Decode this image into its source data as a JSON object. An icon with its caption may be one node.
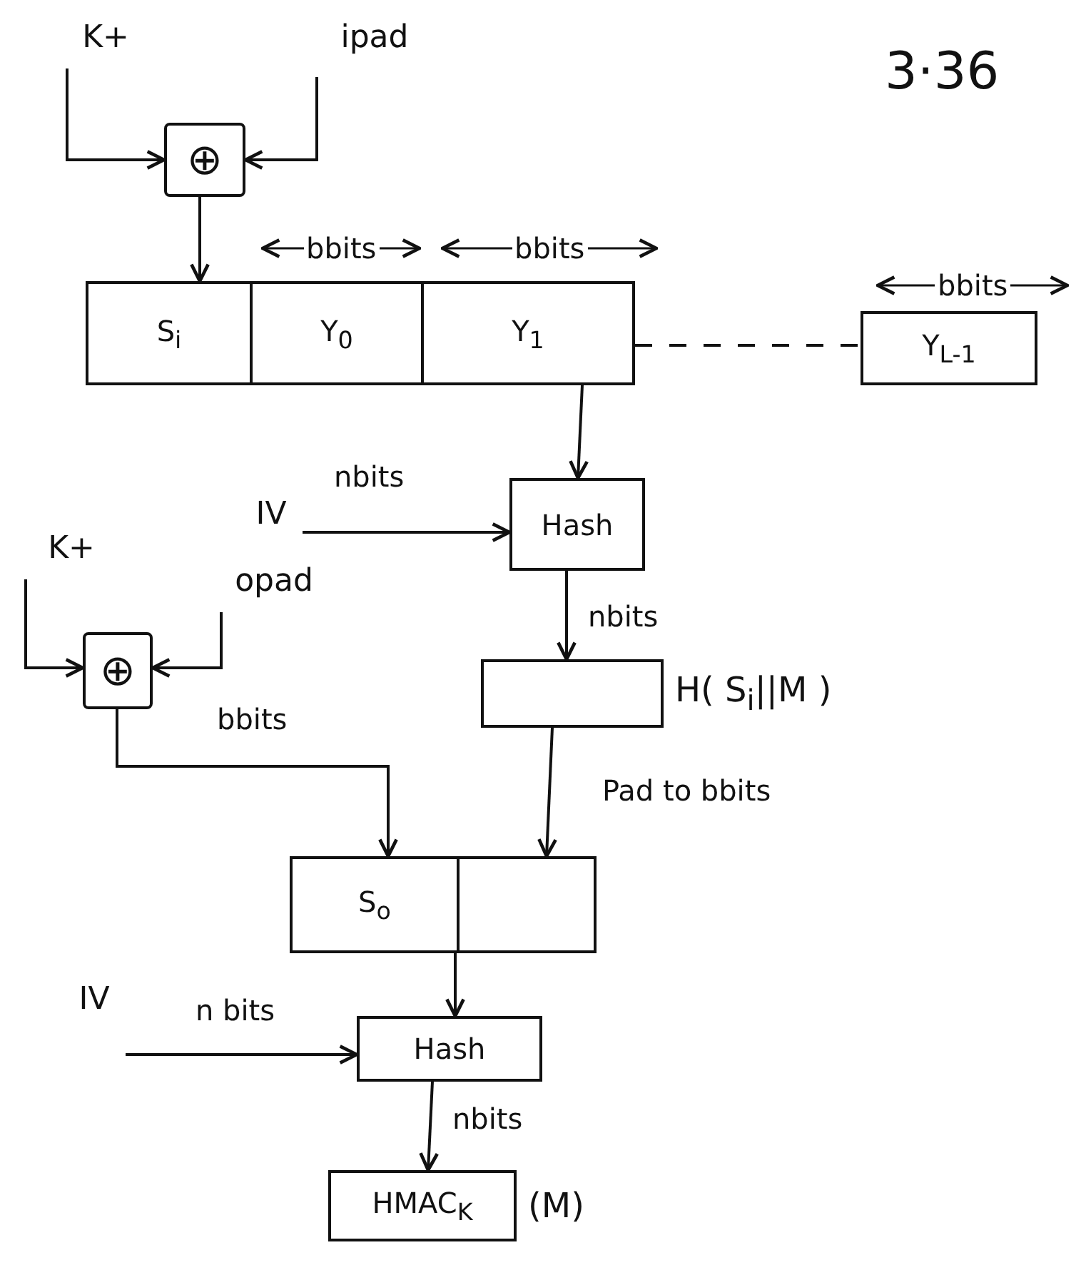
{
  "diagram": {
    "nodes": [
      {
        "text": [
          "K+"
        ]
      },
      {
        "text": [
          "ipad"
        ]
      },
      {
        "text": [
          "⊕"
        ]
      },
      {
        "text": [
          "S$_{i}$"
        ]
      },
      {
        "text": [
          "Y$_{0}$"
        ]
      },
      {
        "text": [
          "Y$_{1}$"
        ]
      },
      {
        "text": [
          "Y$_{L-1}$"
        ]
      },
      {
        "text": [
          "IV"
        ]
      },
      {
        "text": [
          "Hash"
        ]
      },
      {
        "text": [
          "K+"
        ]
      },
      {
        "text": [
          "opad"
        ]
      },
      {
        "text": [
          "⊕"
        ]
      },
      {
        "text": [],
        "shape": "box",
        "beside": [
          "H( S$_{i}$||M )"
        ]
      },
      {
        "text": [
          "S$_{o}$"
        ]
      },
      {
        "text": [],
        "shape": "box"
      },
      {
        "text": [
          "IV"
        ]
      },
      {
        "text": [
          "Hash"
        ]
      },
      {
        "text": [
          "HMAC$_{K}$"
        ],
        "beside": [
          "(M)"
        ]
      }
    ],
    "edges": [
      {
        "from": 0,
        "to": 2,
        "arrow": "to"
      },
      {
        "from": 1,
        "to": 2,
        "arrow": "to"
      },
      {
        "from": 2,
        "to": 3,
        "arrow": "to"
      },
      {
        "from": 5,
        "to": 8,
        "arrow": "to"
      },
      {
        "from": 5,
        "to": 6,
        "arrow": "none",
        "style": "dashed"
      },
      {
        "from": 7,
        "to": 8,
        "arrow": "to",
        "label": "nbits"
      },
      {
        "from": 8,
        "to": 12,
        "arrow": "to",
        "label": "nbits"
      },
      {
        "from": 9,
        "to": 11,
        "arrow": "to"
      },
      {
        "from": 10,
        "to": 11,
        "arrow": "to"
      },
      {
        "from": 11,
        "to": 13,
        "arrow": "to",
        "label": "bbits"
      },
      {
        "from": 12,
        "to": 14,
        "arrow": "to",
        "label": "Pad to bbits"
      },
      {
        "from": 13,
        "to": 16,
        "arrow": "to"
      },
      {
        "from": 15,
        "to": 16,
        "arrow": "to",
        "label": "n bits"
      },
      {
        "from": 16,
        "to": 17,
        "arrow": "to",
        "label": "nbits"
      }
    ],
    "labels": [
      "3·36",
      "bbits",
      "bbits",
      "bbits"
    ]
  }
}
